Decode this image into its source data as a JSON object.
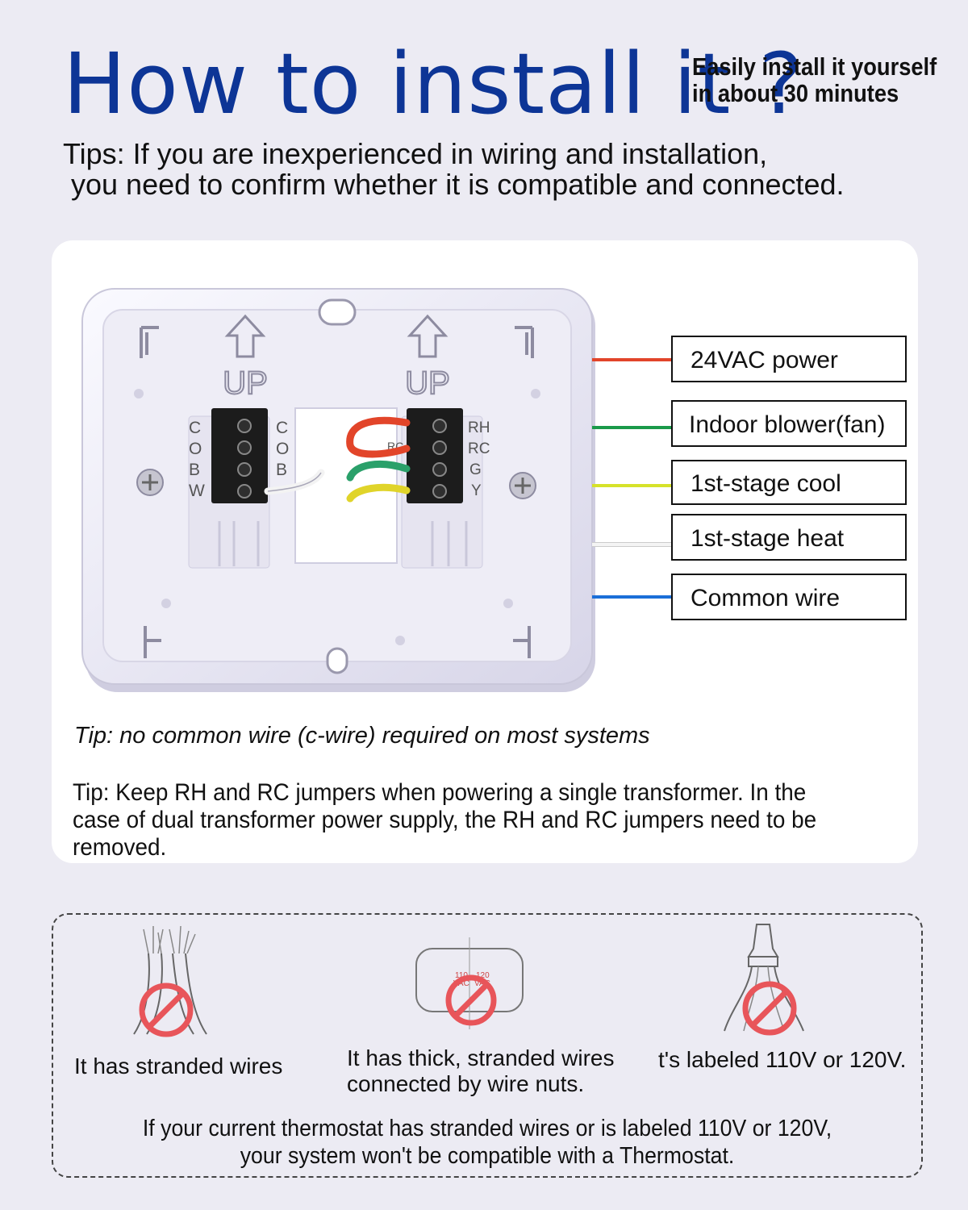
{
  "header": {
    "title": "How to install it ?",
    "subtitle_line1": "Easily install it yourself",
    "subtitle_line2": "in about 30 minutes"
  },
  "tips": {
    "line1": "Tips: If you are inexperienced in wiring and installation,",
    "line2": "you need to confirm whether it is compatible and connected."
  },
  "plate": {
    "up_left": "UP",
    "up_right": "UP",
    "left_terminals": [
      "C",
      "O",
      "B",
      "W"
    ],
    "right_terminals": [
      "RH",
      "RC",
      "G",
      "Y"
    ],
    "rc_small": "RC"
  },
  "wire_labels": [
    {
      "label": "24VAC power",
      "color": "#e2452a"
    },
    {
      "label": "Indoor blower(fan)",
      "color": "#1a9a4a"
    },
    {
      "label": "1st-stage cool",
      "color": "#d6e22a"
    },
    {
      "label": "1st-stage heat",
      "color": "#f4f4f4"
    },
    {
      "label": "Common wire",
      "color": "#1b6fd8"
    }
  ],
  "notes": {
    "tip1": "Tip: no common wire (c-wire) required on most systems",
    "tip2": "Tip: Keep RH and RC jumpers when powering a single transformer. In the case of dual transformer power supply, the RH and RC jumpers need to be removed."
  },
  "warnings": {
    "stranded": "It has stranded wires",
    "thick_line1": "It has thick, stranded wires",
    "thick_line2": "connected by wire nuts.",
    "labeled": "t's labeled 110V or 120V.",
    "device_110": "110",
    "device_vac1": "VAC",
    "device_120": "120",
    "device_vac2": "VAC",
    "bottom_line1": "If your current thermostat has stranded wires or is labeled 110V or 120V,",
    "bottom_line2": "your system won't be compatible with a Thermostat."
  },
  "colors": {
    "title": "#0d3596",
    "prohibit": "#e8555a"
  }
}
